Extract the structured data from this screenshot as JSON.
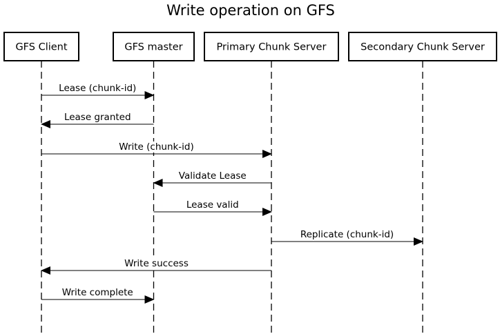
{
  "title": "Write operation on GFS",
  "participants": [
    {
      "id": "client",
      "label": "GFS Client"
    },
    {
      "id": "master",
      "label": "GFS master"
    },
    {
      "id": "primary",
      "label": "Primary Chunk Server"
    },
    {
      "id": "secondary",
      "label": "Secondary Chunk Server"
    }
  ],
  "messages": [
    {
      "from": "client",
      "to": "master",
      "label": "Lease (chunk-id)"
    },
    {
      "from": "master",
      "to": "client",
      "label": "Lease granted"
    },
    {
      "from": "client",
      "to": "primary",
      "label": "Write (chunk-id)"
    },
    {
      "from": "primary",
      "to": "master",
      "label": "Validate Lease"
    },
    {
      "from": "master",
      "to": "primary",
      "label": "Lease valid"
    },
    {
      "from": "primary",
      "to": "secondary",
      "label": "Replicate (chunk-id)"
    },
    {
      "from": "primary",
      "to": "client",
      "label": "Write success"
    },
    {
      "from": "client",
      "to": "master",
      "label": "Write complete"
    }
  ]
}
